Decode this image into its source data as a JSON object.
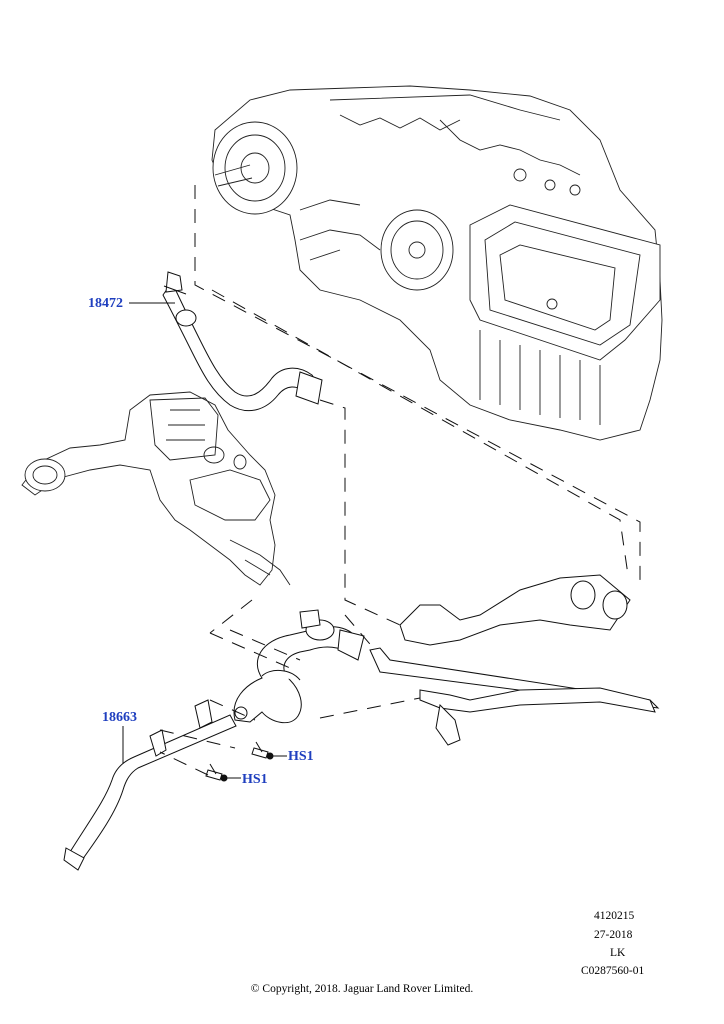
{
  "callouts": {
    "part_18472": "18472",
    "part_18663": "18663",
    "hs1_upper": "HS1",
    "hs1_lower": "HS1"
  },
  "metadata": {
    "illustration_number": "4120215",
    "date": "27-2018",
    "initials": "LK",
    "figure_code": "C0287560-01"
  },
  "copyright": "© Copyright, 2018. Jaguar Land Rover Limited.",
  "colors": {
    "callout_text": "#1f3fbf",
    "line_art": "#000000",
    "background": "#ffffff"
  }
}
